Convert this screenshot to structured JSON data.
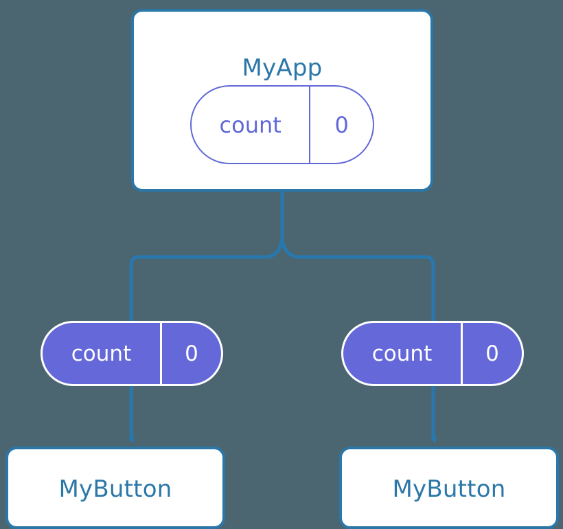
{
  "diagram": {
    "title": "MyApp component tree with count state passed as a prop to two MyButton children",
    "background_color": "#4b6671",
    "accent_blue": "#2b77a8",
    "accent_purple": "#6468d9",
    "card_fill": "#ffffff",
    "nodes": {
      "root": {
        "label": "MyApp",
        "state": {
          "key": "count",
          "value": "0"
        }
      },
      "child_left": {
        "label": "MyButton",
        "prop": {
          "key": "count",
          "value": "0"
        }
      },
      "child_right": {
        "label": "MyButton",
        "prop": {
          "key": "count",
          "value": "0"
        }
      }
    },
    "connectors": [
      {
        "name": "root-to-split",
        "from": "MyApp",
        "to": "split-junction",
        "style": "line"
      },
      {
        "name": "split-to-left-prop",
        "from": "split-junction",
        "to": "left count pill",
        "style": "elbow"
      },
      {
        "name": "split-to-right-prop",
        "from": "split-junction",
        "to": "right count pill",
        "style": "elbow"
      },
      {
        "name": "left-prop-to-button",
        "from": "left count pill",
        "to": "left MyButton",
        "style": "arrow"
      },
      {
        "name": "right-prop-to-button",
        "from": "right count pill",
        "to": "right MyButton",
        "style": "arrow"
      }
    ]
  }
}
